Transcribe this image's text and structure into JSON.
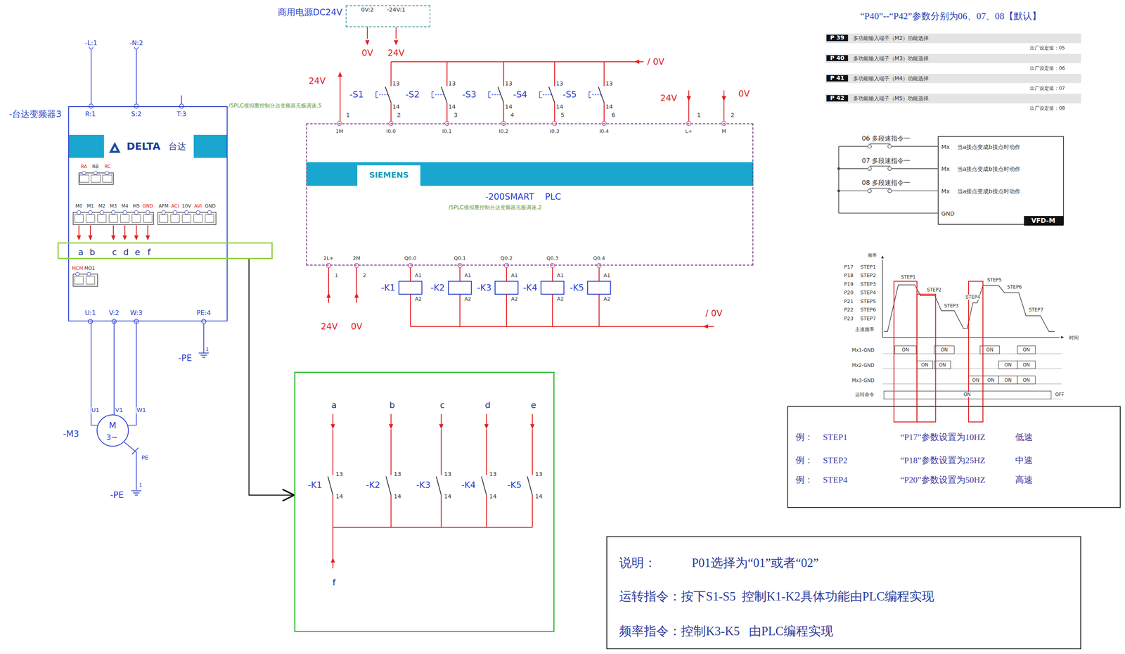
{
  "diagram": {
    "nodes": [
      {
        "text": [
          "-台达变频器3"
        ]
      },
      {
        "text": [
          "-200SMART    PLC"
        ]
      },
      {
        "text": [
          "SIEMENS"
        ],
        "in": 1
      },
      {
        "text": [
          "商用电源DC24V",
          "0V:2",
          "-24V:1"
        ]
      },
      {
        "text": [
          "a",
          "b",
          "c",
          "d",
          "e",
          "f"
        ]
      },
      {
        "text": [
          "a",
          "b",
          "c",
          "d",
          "e",
          "f"
        ]
      },
      {
        "text": [
          "P 39",
          "多功能输入端子（M2）功能选择"
        ]
      },
      {
        "text": [
          "P 40",
          "多功能输入端子（M3）功能选择"
        ]
      },
      {
        "text": [
          "P 41",
          "多功能输入端子（M4）功能选择"
        ]
      },
      {
        "text": [
          "P 42",
          "多功能输入端子（M5）功能选择"
        ]
      },
      {
        "text": [
          "Mx",
          "当a接点变成b接点时动作",
          "Mx",
          "当a接点变成b接点时动作",
          "Mx",
          "当a接点变成b接点时动作",
          "GND"
        ]
      },
      {
        "text": [
          "VFD-M"
        ],
        "in": 10
      },
      {
        "text": [
          "例：",
          "STEP1",
          "“P17”参数设置为10HZ",
          "低速",
          "例：",
          "STEP2",
          "“P18”参数设置为25HZ",
          "中速",
          "例：",
          "STEP4",
          "“P20”参数设置为50HZ",
          "高速"
        ]
      },
      {
        "text": [
          "说明：",
          "P01选择为“01”或者“02”",
          "运转指令：按下S1-S5  控制K1-K2具体功能由PLC编程实现",
          "频率指令：控制K3-K5   由PLC编程实现"
        ]
      },
      {
        "text": [
          "-M3",
          "M",
          "3~"
        ]
      }
    ],
    "edges": [
      {
        "from": 0,
        "to": 14,
        "arrow": "none"
      },
      {
        "from": 0,
        "to": 14,
        "arrow": "none"
      },
      {
        "from": 0,
        "to": 14,
        "arrow": "none"
      },
      {
        "from": 5,
        "to": 4,
        "arrow": "to"
      }
    ],
    "labels": [
      "-L:1",
      "-N:2",
      "R:1",
      "S:2",
      "T:3",
      "DELTA",
      "台达",
      "RA",
      "RB",
      "RC",
      "M0",
      "M1",
      "M2",
      "M3",
      "M4",
      "M5",
      "GND",
      "AFM",
      "ACI",
      "10V",
      "AVI",
      "GND",
      "MCM",
      "MO1",
      "U:1",
      "V:2",
      "W:3",
      "PE:4",
      "1",
      "-PE",
      "U1",
      "V1",
      "W1",
      "PE",
      "1",
      "-PE",
      "0V",
      "24V",
      "24V",
      "/ 0V",
      "24V",
      "0V",
      "-S1",
      "-S2",
      "-S3",
      "-S4",
      "-S5",
      "13",
      "13",
      "13",
      "13",
      "13",
      "14",
      "14",
      "14",
      "14",
      "14",
      "1",
      "2",
      "3",
      "4",
      "5",
      "6",
      "1",
      "2",
      "1M",
      "I0.0",
      "I0.1",
      "I0.2",
      "I0.3",
      "I0.4",
      "L+",
      "M",
      "/5PLC模拟量控制台达变频器无极调速.5",
      "/5PLC模拟量控制台达变频器无极调速.2",
      "2L+",
      "2M",
      "Q0.0",
      "Q0.1",
      "Q0.2",
      "Q0.3",
      "Q0.4",
      "1",
      "2",
      "24V",
      "0V",
      "-K1",
      "-K2",
      "-K3",
      "-K4",
      "-K5",
      "A1",
      "A1",
      "A1",
      "A1",
      "A1",
      "A2",
      "A2",
      "A2",
      "A2",
      "A2",
      "/ 0V",
      "-K1",
      "-K2",
      "-K3",
      "-K4",
      "-K5",
      "13",
      "13",
      "13",
      "13",
      "13",
      "14",
      "14",
      "14",
      "14",
      "14",
      "“P40”--“P42”参数分别为06、07、08【默认】",
      "出厂设定值：05",
      "出厂设定值：06",
      "出厂设定值：07",
      "出厂设定值：08",
      "06 多段速指令一",
      "07 多段速指令一",
      "08 多段速指令一",
      "频率",
      "P17",
      "P18",
      "P19",
      "P20",
      "P21",
      "P22",
      "P23",
      "STEP1",
      "STEP2",
      "STEP3",
      "STEP4",
      "STEP5",
      "STEP6",
      "STEP7",
      "主速频率",
      "时间",
      "STEP1",
      "STEP2",
      "STEP3",
      "STEP4",
      "STEP5",
      "STEP6",
      "STEP7",
      "Mx1-GND",
      "Mx2-GND",
      "Mx3-GND",
      "运转命令",
      "ON",
      "ON",
      "ON",
      "ON",
      "ON",
      "ON",
      "ON",
      "ON",
      "ON",
      "ON",
      "ON",
      "ON",
      "ON",
      "OFF"
    ]
  }
}
